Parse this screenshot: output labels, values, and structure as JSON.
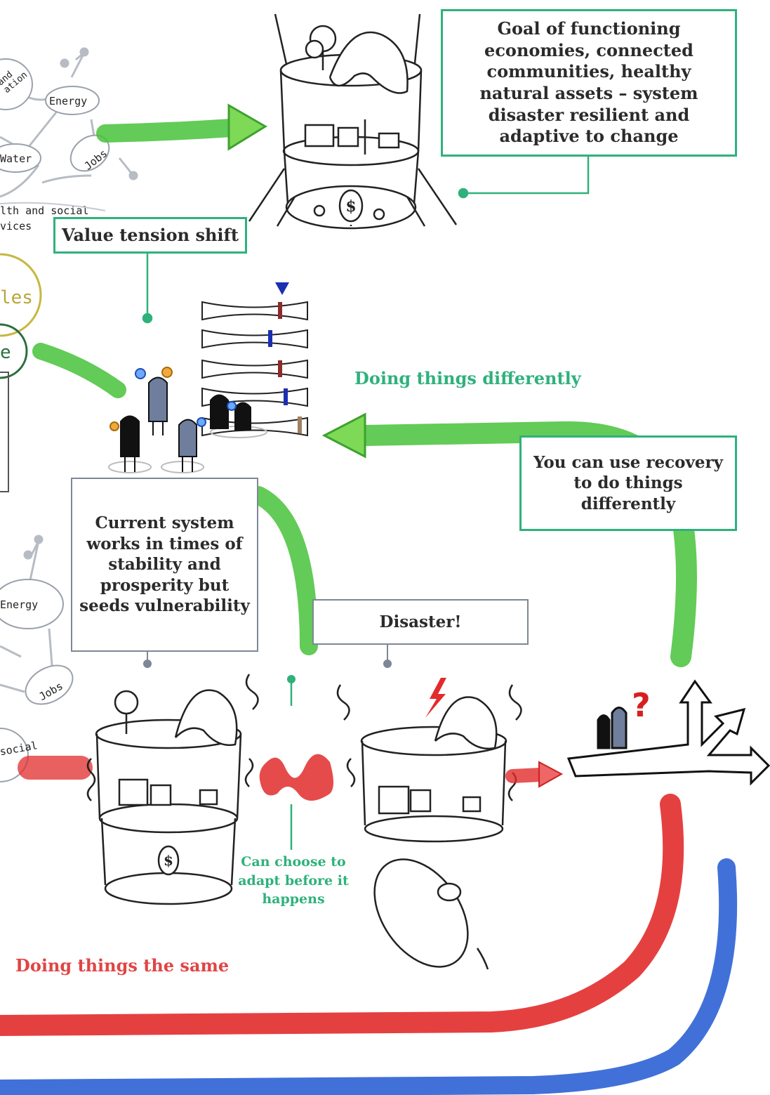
{
  "labels": {
    "goal": "Goal of functioning economies, connected communities, healthy natural assets – system disaster resilient and adaptive to change",
    "value_tension_shift": "Value tension shift",
    "doing_differently": "Doing things differently",
    "use_recovery": "You can use recovery to do things differently",
    "current_system": "Current system works in times of stability and prosperity but seeds vulnerability",
    "disaster": "Disaster!",
    "choose_adapt": "Can choose to adapt before it happens",
    "doing_same": "Doing things the same"
  },
  "network_top": {
    "node_energy": "Energy",
    "node_water": "Water",
    "node_jobs": "Jobs",
    "partial_education": "and ation",
    "partial_health": "lth and social vices"
  },
  "network_bottom": {
    "node_energy": "Energy",
    "node_jobs": "Jobs",
    "partial_social": "social"
  },
  "circles_left": {
    "partial_principles": "les",
    "partial_e": "e"
  },
  "icons": {
    "dollar": "$",
    "question": "?"
  },
  "colors": {
    "green_arrow": "#48c23a",
    "red_path": "#e22b2b",
    "blue_path": "#2c62d4",
    "teal_text": "#2fb17c",
    "red_text": "#e04545",
    "box_border_green": "#2fb17c",
    "box_border_gray": "#7d8796"
  }
}
